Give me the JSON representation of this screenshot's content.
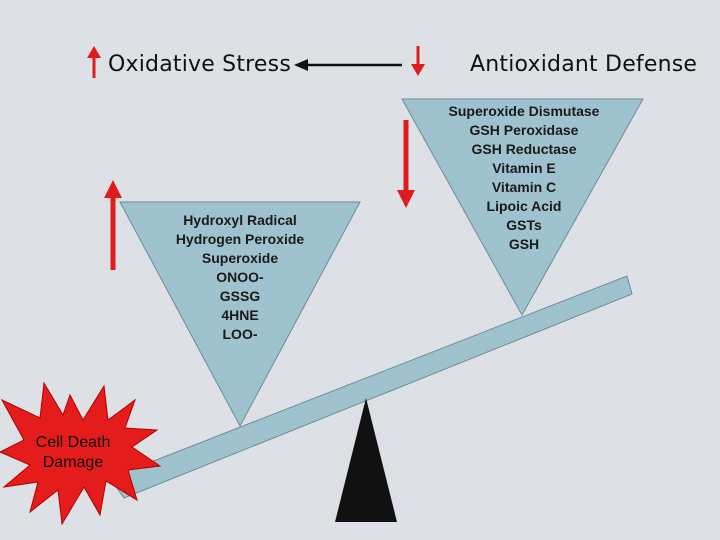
{
  "header": {
    "oxidative_stress": "Oxidative Stress",
    "antioxidant_defense": "Antioxidant Defense"
  },
  "oxidants": {
    "items": [
      "Hydroxyl Radical",
      "Hydrogen Peroxide",
      "Superoxide",
      "ONOO-",
      "GSSG",
      "4HNE",
      "LOO-"
    ]
  },
  "antioxidants": {
    "items": [
      "Superoxide Dismutase",
      "GSH Peroxidase",
      "GSH Reductase",
      "Vitamin E",
      "Vitamin C",
      "Lipoic Acid",
      "GSTs",
      "GSH"
    ]
  },
  "burst": {
    "line1": "Cell Death",
    "line2": "Damage"
  },
  "colors": {
    "background": "#dde1e6",
    "triangle_fill": "#9ec3cf",
    "arrow_red": "#e01b1b",
    "burst_red": "#e41c1c",
    "fulcrum": "#111111"
  },
  "icons": {
    "up_arrow": "up-arrow-icon",
    "down_arrow": "down-arrow-icon",
    "left_arrow": "left-arrow-icon",
    "burst": "explosion-burst-icon"
  }
}
